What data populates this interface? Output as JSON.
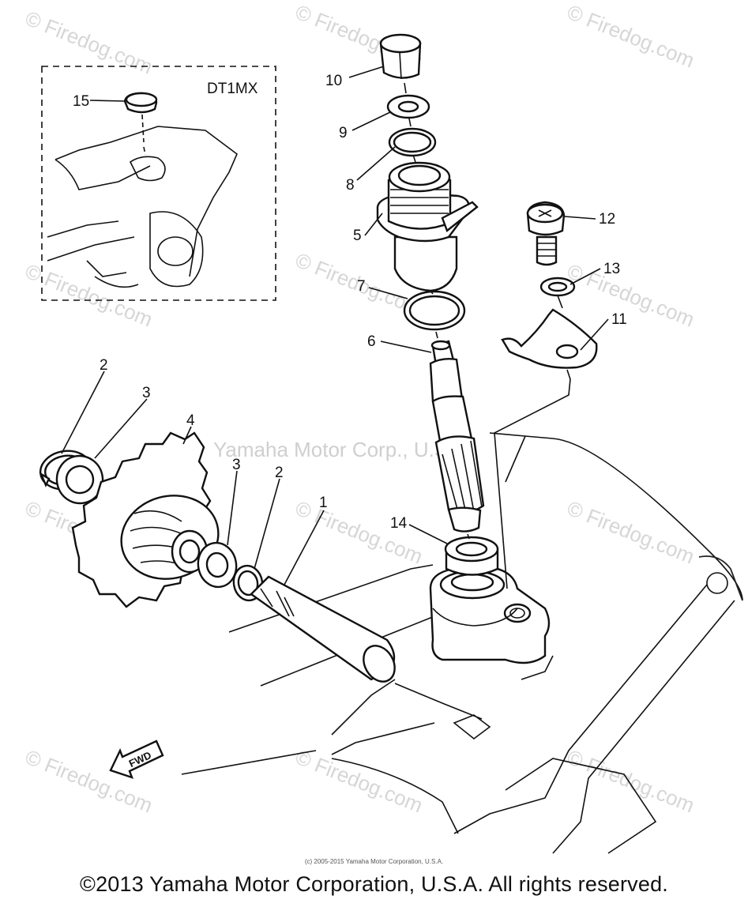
{
  "inset": {
    "model_label": "DT1MX"
  },
  "callouts": {
    "p1": "1",
    "p2a": "2",
    "p2b": "2",
    "p3a": "3",
    "p3b": "3",
    "p4": "4",
    "p5": "5",
    "p6": "6",
    "p7": "7",
    "p8": "8",
    "p9": "9",
    "p10": "10",
    "p11": "11",
    "p12": "12",
    "p13": "13",
    "p14": "14",
    "p15": "15"
  },
  "direction_arrow": {
    "label": "FWD"
  },
  "watermarks": {
    "site": "© Firedog.com",
    "center": "Yamaha Motor Corp., U.S.A."
  },
  "footer": {
    "small_credit": "(c) 2005-2015 Yamaha Motor Corporation, U.S.A.",
    "copyright": "©2013 Yamaha Motor Corporation, U.S.A. All rights reserved."
  }
}
